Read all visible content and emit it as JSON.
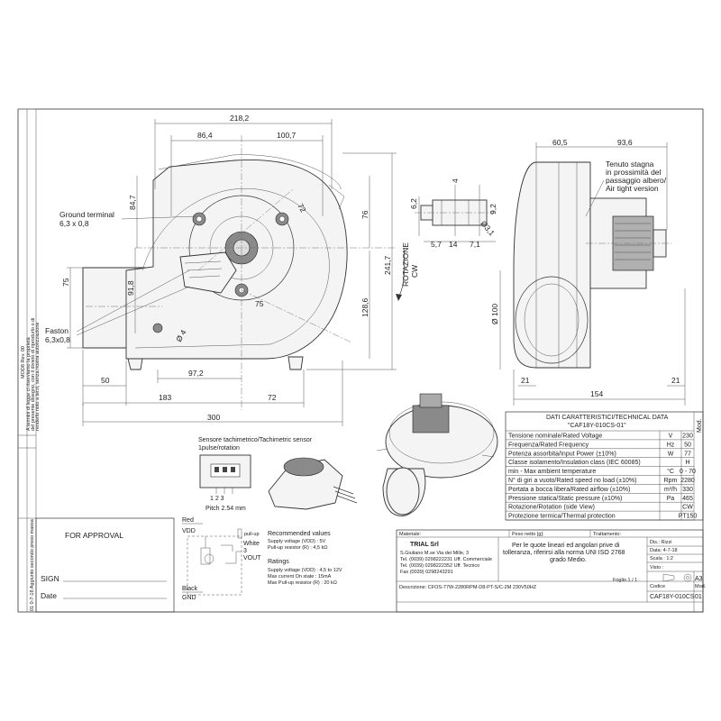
{
  "side_strip": {
    "model": "MOD8 Rev. 00",
    "copyright_1": "A termini di legge ci riserviamo la proprietà",
    "copyright_2": "del presente disegno, con il divieto di riprodurlo o di",
    "copyright_3": "renderlo noto a terzi, senza nostra autorizzazione",
    "revision_row": "01  0-7-18  Aggiunto secondo preso massa"
  },
  "front_view": {
    "dims": {
      "overall_width": "218,2",
      "left_part": "86,4",
      "right_part": "100,7",
      "height_left": "84,7",
      "height_right": "76",
      "total_height": "241,7",
      "height_mid": "128,6",
      "outlet_height": "75",
      "outlet_offset": "91,8",
      "hole_dia": "Ø 4",
      "radial_75": "75",
      "center_offset": "97,2",
      "outlet_depth": "50",
      "to_center": "183",
      "right_offset": "72",
      "total_length": "300",
      "radial_72": "72"
    },
    "labels": {
      "ground_terminal": "Ground terminal",
      "ground_terminal_size": "6,3 x 0,8",
      "faston": "Faston",
      "faston_size": "6,3x0,8",
      "rotation_1": "ROTAZIONE",
      "rotation_2": "CW"
    }
  },
  "detail_view": {
    "dims": {
      "d62": "6,2",
      "d4": "4",
      "d92": "9,2",
      "d57": "5,7",
      "d14": "14",
      "d71": "7,1",
      "d631": "Ø3,1"
    }
  },
  "side_view": {
    "dims": {
      "top_left": "60,5",
      "top_right": "93,6",
      "diameter": "Ø 100",
      "bottom_left": "21",
      "bottom_right": "21",
      "overall": "154"
    },
    "seal_note": {
      "line1": "Tenuto stagna",
      "line2": "in prossimità del",
      "line3": "passaggio albero/",
      "line4": "Air tight version"
    }
  },
  "tech_data": {
    "header": "DATI CARATTERISTICI/TECHNICAL DATA",
    "model": "\"CAF18Y-010CS-01\"",
    "mod_label": "Mod.",
    "rows": [
      {
        "label": "Tensione  nominale/Rated Voltage",
        "unit": "V",
        "value": "230"
      },
      {
        "label": "Frequenza/Rated Frequency",
        "unit": "Hz",
        "value": "50"
      },
      {
        "label": "Potenza assorbita/Input Power (±10%)",
        "unit": "W",
        "value": "77"
      },
      {
        "label": "Classe isolamento/Insulation class (IEC 60085)",
        "unit": "",
        "value": "H"
      },
      {
        "label": "min - Max ambient temperature",
        "unit": "°C",
        "value": "0 - 70"
      },
      {
        "label": "N° di giri a vuoto/Rated speed no load (±10%)",
        "unit": "Rpm",
        "value": "2280"
      },
      {
        "label": "Portata a bocca libera/Rated airflow (±10%)",
        "unit": "m³/h",
        "value": "330"
      },
      {
        "label": "Pressione statica/Static pressure (±10%)",
        "unit": "Pa",
        "value": "465"
      },
      {
        "label": "Rotazione/Rotation (side View)",
        "unit": "",
        "value": "CW"
      },
      {
        "label": "Protezione termica/Thermal protection",
        "unit": "",
        "value": "PT150"
      }
    ]
  },
  "sensor": {
    "title1": "Sensore tachimetrico/Tachimetric sensor",
    "title2": "1pulse/rotation",
    "pins": "1  2  3",
    "pitch": "Pitch 2.54 mm"
  },
  "circuit": {
    "red": "Red",
    "vdd": "VDD",
    "pullup": "pull-up",
    "white": "White",
    "pin3": "3",
    "vout": "VOUT",
    "black": "Black",
    "gnd": "GND",
    "rec_title": "Recommended values",
    "rec_1": "Supply voltage (VDD) : 5V",
    "rec_2": "Pull-up resistor (R) : 4,5 kΩ",
    "ratings_title": "Ratings",
    "rat_1": "Supply voltage (VDD) : 4,5 to 12V",
    "rat_2": "Max current On state : 15mA",
    "rat_3": "Max Pull-up resistor (R) : 20 kΩ"
  },
  "approval": {
    "title": "FOR APPROVAL",
    "sign": "SIGN",
    "date": "Date"
  },
  "title_block": {
    "materiale": "Materiale:",
    "peso": "Peso netto [g]:",
    "trattamento": "Trattamento:",
    "company": "TRIAL Srl",
    "addr1": "S.Giuliano M.se Via dei Mille, 3",
    "addr2": "Tel. (0039) 0298222231 Uff. Commerciale",
    "addr3": "Tel. (0039) 0298222352 Uff. Tecnico",
    "addr4": "Fax (0039) 0298243291",
    "tolerance1": "Per le quote lineari ed angolari prive di",
    "tolerance2": "tolleranza, riferirsi alla norma UNI ISO 2768",
    "tolerance3": "grado Medio.",
    "dis": "Dis.:  Rizzi",
    "data": "Data:  4-7-18",
    "scala": "Scala :  1:2",
    "visto": "Visto :",
    "foglio": "Foglio 1 / 1",
    "format": "A3",
    "descrizione": "Descrizione: CFOS-77W-2280RPM-D8-PT-S/C-2M      230V50HZ",
    "codice_label": "Codice",
    "codice": "CAF18Y-010CS",
    "mod_label": "Mod.",
    "mod": "01"
  }
}
